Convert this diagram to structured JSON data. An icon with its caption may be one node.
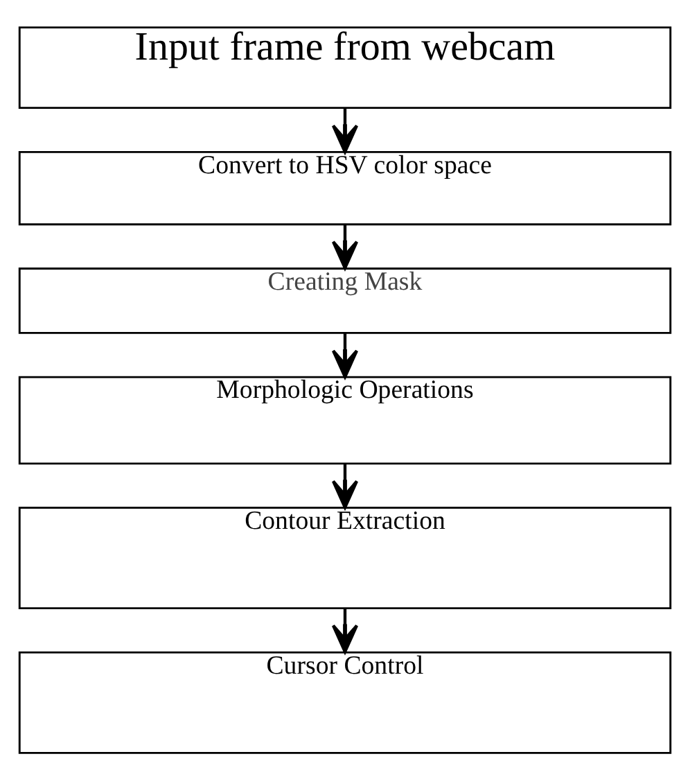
{
  "diagram": {
    "nodes": [
      {
        "text": [
          "Input frame from webcam"
        ]
      },
      {
        "text": [
          "Convert to HSV color space"
        ]
      },
      {
        "text": [
          "Creating Mask"
        ]
      },
      {
        "text": [
          "Morphologic Operations"
        ]
      },
      {
        "text": [
          "Contour Extraction"
        ]
      },
      {
        "text": [
          "Cursor Control"
        ]
      }
    ],
    "edges": [
      {
        "from": 0,
        "to": 1,
        "arrow": "to"
      },
      {
        "from": 1,
        "to": 2,
        "arrow": "to"
      },
      {
        "from": 2,
        "to": 3,
        "arrow": "to"
      },
      {
        "from": 3,
        "to": 4,
        "arrow": "to"
      },
      {
        "from": 4,
        "to": 5,
        "arrow": "to"
      }
    ]
  }
}
